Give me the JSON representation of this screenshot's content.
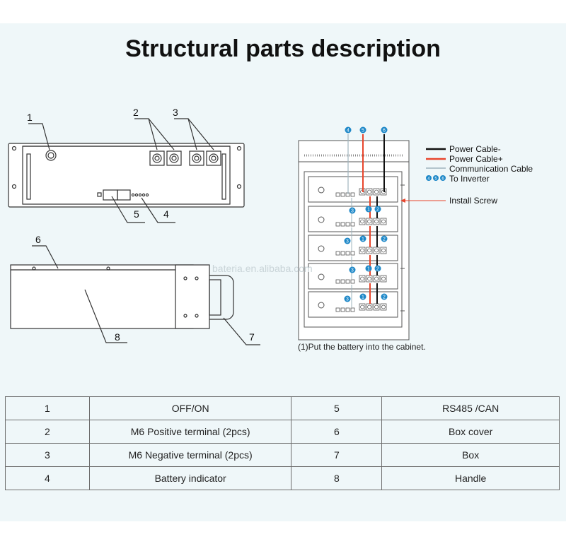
{
  "title": "Structural parts description",
  "callouts": [
    "1",
    "2",
    "3",
    "4",
    "5",
    "6",
    "7",
    "8"
  ],
  "cabinet": {
    "legend": [
      {
        "label": "Power Cable-",
        "color": "#111111"
      },
      {
        "label": "Power Cable+",
        "color": "#e8452c"
      },
      {
        "label": "Communication Cable",
        "color": "#9fb4bd"
      }
    ],
    "inverter_markers": [
      "4",
      "5",
      "6"
    ],
    "inverter_label": "To Inverter",
    "screw_label": "Install Screw",
    "caption": "(1)Put the battery into the cabinet.",
    "marker_color": "#1e88c8"
  },
  "watermark": "bateria.en.alibaba.com",
  "parts_table": [
    [
      "1",
      "OFF/ON",
      "5",
      "RS485 /CAN"
    ],
    [
      "2",
      "M6 Positive terminal (2pcs)",
      "6",
      "Box cover"
    ],
    [
      "3",
      "M6 Negative terminal (2pcs)",
      "7",
      "Box"
    ],
    [
      "4",
      "Battery indicator",
      "8",
      "Handle"
    ]
  ]
}
